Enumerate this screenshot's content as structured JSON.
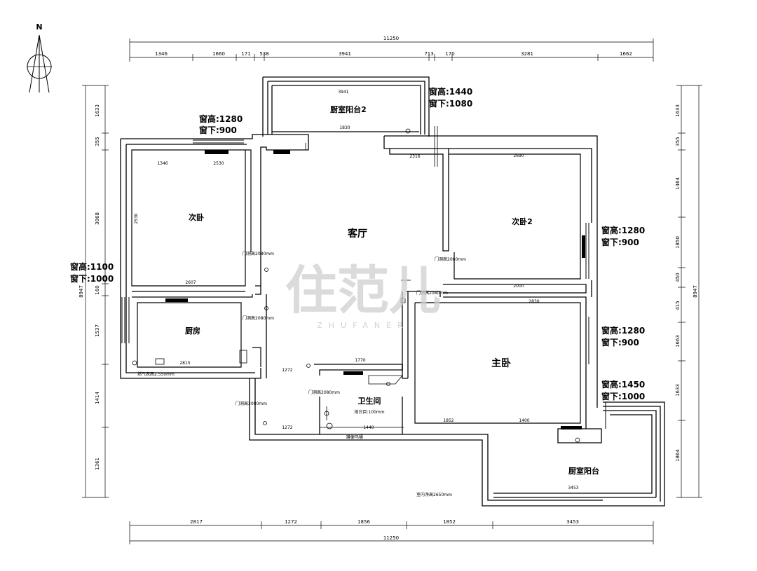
{
  "compass": {
    "north": "N"
  },
  "dims_top": {
    "total": "11250",
    "segments": [
      "1346",
      "1660",
      "171",
      "538",
      "3941",
      "713",
      "170",
      "3281",
      "1662"
    ]
  },
  "dims_bottom": {
    "total": "11250",
    "segments": [
      "2817",
      "1272",
      "1856",
      "1852",
      "3453"
    ]
  },
  "dims_left": {
    "total": "8947",
    "segments": [
      "1633",
      "355",
      "3068",
      "160",
      "1537",
      "1414",
      "1361"
    ]
  },
  "dims_right": {
    "total": "8947",
    "segments": [
      "1633",
      "355",
      "1464",
      "1850",
      "450",
      "415",
      "1663",
      "1633",
      "1864"
    ]
  },
  "rooms": {
    "living": "客厅",
    "bedroom_second": "次卧",
    "bedroom_second_2": "次卧2",
    "master_bedroom": "主卧",
    "kitchen": "厨房",
    "bathroom": "卫生间",
    "bathroom_note": "地台目:100mm",
    "balcony_top": "厨室阳台2",
    "balcony_bottom": "厨室阳台"
  },
  "windows": {
    "top_left": {
      "height": "窗高:1280",
      "sill": "窗下:900"
    },
    "top_balcony": {
      "height": "窗高:1440",
      "sill": "窗下:1080"
    },
    "left": {
      "height": "窗高:1100",
      "sill": "窗下:1000"
    },
    "right_second2": {
      "height": "窗高:1280",
      "sill": "窗下:900"
    },
    "right_master": {
      "height": "窗高:1280",
      "sill": "窗下:900"
    },
    "right_balcony": {
      "height": "窗高:1450",
      "sill": "窗下:1000"
    }
  },
  "inner_dims": {
    "balcony2_width": "3941",
    "balcony2_mid": "1830",
    "bed_top": "1346",
    "bed_top2": "2530",
    "bed_bottom": "2607",
    "bed_side": "2530",
    "bed2_top": "2690",
    "bed2_bottom": "2000",
    "master_top": "2830",
    "master_bottom_left": "1852",
    "master_bottom_right": "1400",
    "kitchen_bottom": "2815",
    "bath_bottom": "1440",
    "hall_bottom": "1272",
    "corridor": "1770",
    "living_right": "2316",
    "balcony_bottom": "3453"
  },
  "notes": {
    "gas": "燃气表高2.550mm",
    "ceiling": "室内净高2650mm",
    "toilet": "蹲便马桶",
    "door_height": "门洞高2080mm"
  },
  "watermark": {
    "brand": "住范儿",
    "latin": "ZHUFANER"
  }
}
